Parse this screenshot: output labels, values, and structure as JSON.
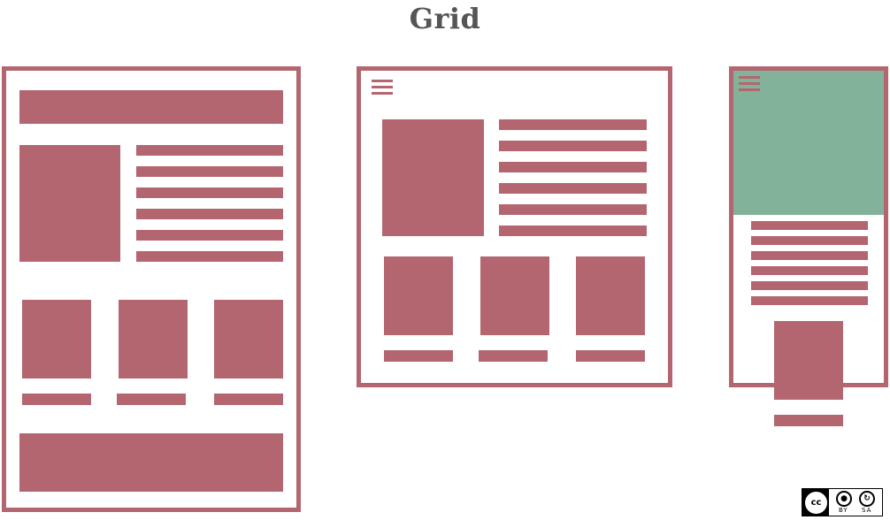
{
  "title": "Grid",
  "colors": {
    "accent": "#b36670",
    "green": "#82b39a",
    "title": "#555555"
  },
  "license": {
    "badge_icon": "cc-by-sa-icon",
    "cc_mark": "cc",
    "labels": [
      "BY",
      "SA"
    ]
  }
}
